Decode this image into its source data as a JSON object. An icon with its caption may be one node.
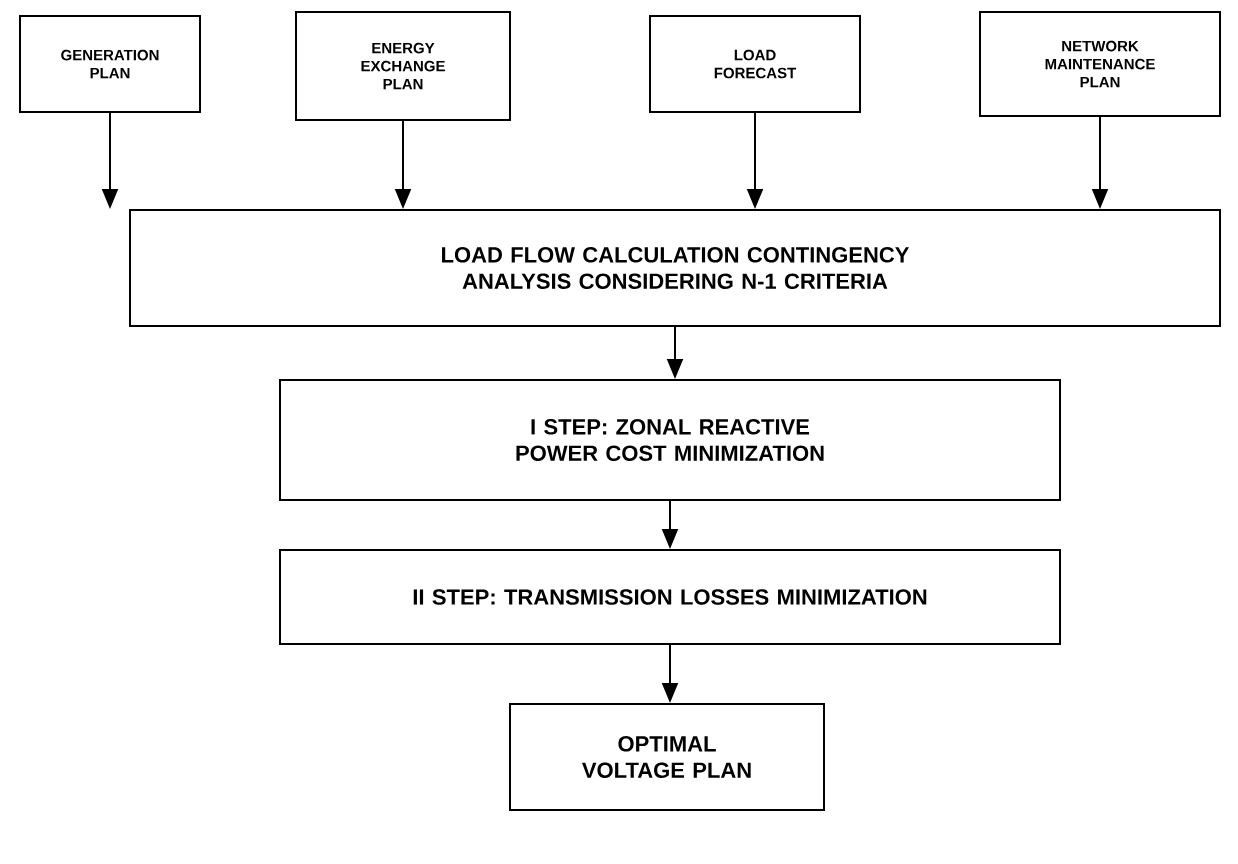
{
  "diagram": {
    "nodes": [
      {
        "text": [
          "GENERATION PLAN"
        ]
      },
      {
        "text": [
          "ENERGY EXCHANGE PLAN"
        ]
      },
      {
        "text": [
          "LOAD FORECAST"
        ]
      },
      {
        "text": [
          "NETWORK MAINTENANCE PLAN"
        ]
      },
      {
        "text": [
          "LOAD FLOW CALCULATION CONTINGENCY ANALYSIS CONSIDERING N-1 CRITERIA"
        ]
      },
      {
        "text": [
          "I STEP: ZONAL REACTIVE POWER COST MINIMIZATION"
        ]
      },
      {
        "text": [
          "II STEP: TRANSMISSION LOSSES MINIMIZATION"
        ]
      },
      {
        "text": [
          "OPTIMAL VOLTAGE PLAN"
        ]
      }
    ],
    "edges": [
      {
        "from": 0,
        "to": 4,
        "arrow": "to"
      },
      {
        "from": 1,
        "to": 4,
        "arrow": "to"
      },
      {
        "from": 2,
        "to": 4,
        "arrow": "to"
      },
      {
        "from": 3,
        "to": 4,
        "arrow": "to"
      },
      {
        "from": 4,
        "to": 5,
        "arrow": "to"
      },
      {
        "from": 5,
        "to": 6,
        "arrow": "to"
      },
      {
        "from": 6,
        "to": 7,
        "arrow": "to"
      }
    ]
  }
}
